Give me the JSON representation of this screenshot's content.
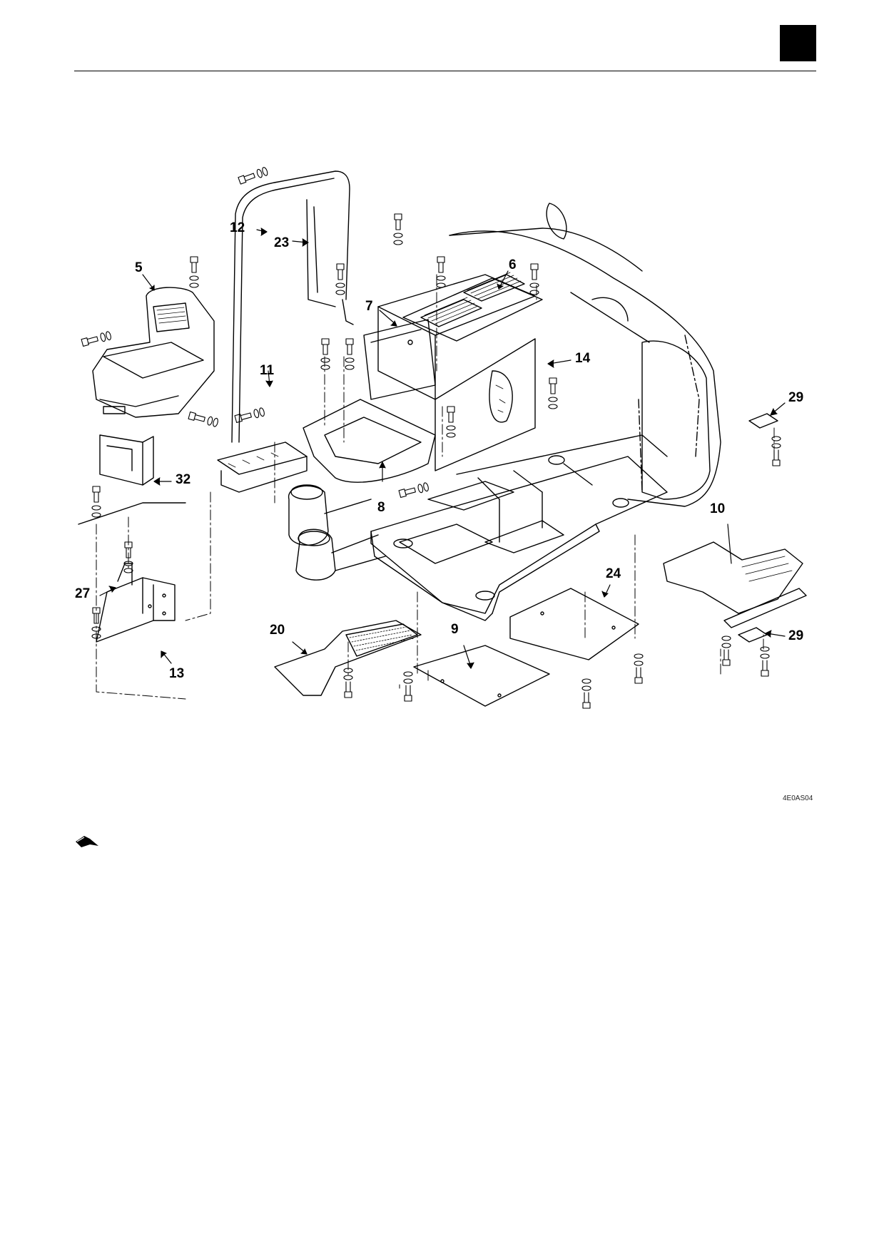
{
  "drawing_code": "4E0AS04",
  "callouts": {
    "c5": "5",
    "c6": "6",
    "c7": "7",
    "c8": "8",
    "c9": "9",
    "c10": "10",
    "c11": "11",
    "c12": "12",
    "c13": "13",
    "c14": "14",
    "c20": "20",
    "c23": "23",
    "c24": "24",
    "c27": "27",
    "c29a": "29",
    "c29b": "29",
    "c32": "32"
  },
  "icons": {
    "note": "pencil-note-icon",
    "tab": "section-tab-marker"
  }
}
